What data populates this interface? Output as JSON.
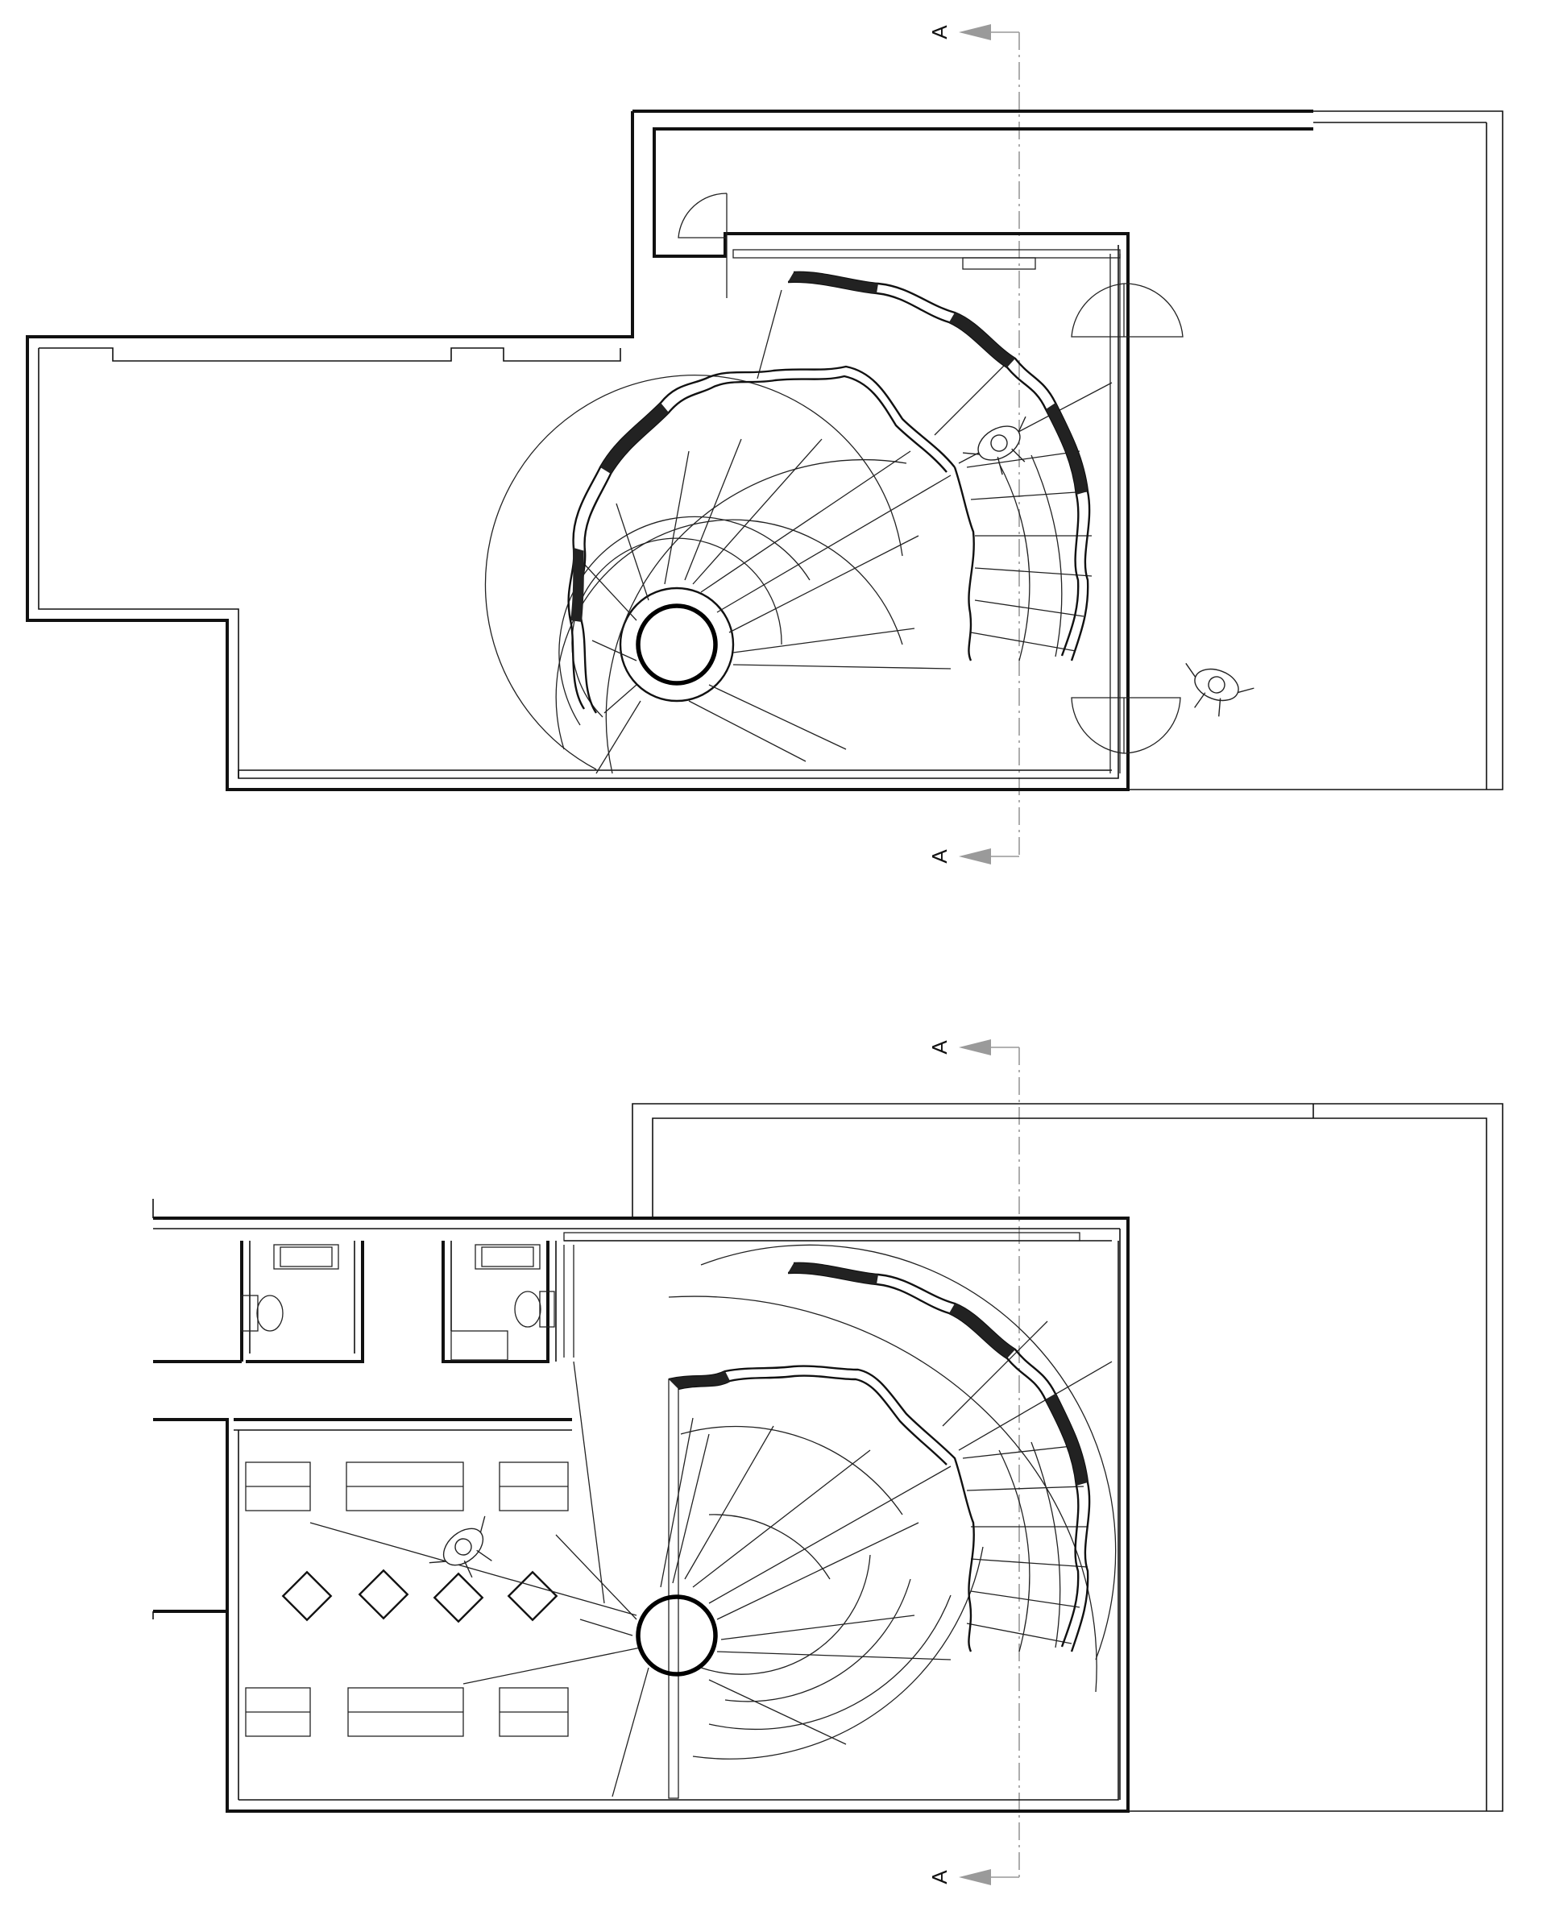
{
  "section_markers": {
    "label": "A"
  },
  "drawing": {
    "type": "architectural floor plans",
    "plans": [
      "upper-floor-plan",
      "lower-floor-plan"
    ],
    "colors": {
      "line": "#111111",
      "axis": "#999999",
      "background": "#ffffff"
    }
  }
}
